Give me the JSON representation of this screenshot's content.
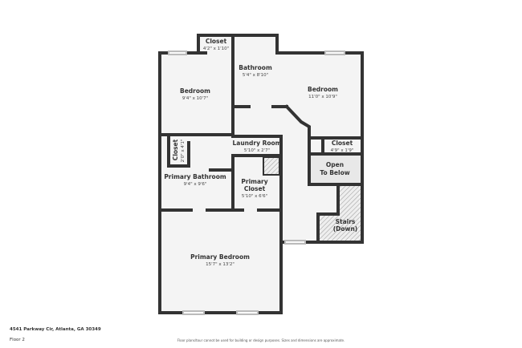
{
  "rooms": {
    "closet_top": {
      "name": "Closet",
      "dims": "4'2\" x 1'10\""
    },
    "bathroom": {
      "name": "Bathroom",
      "dims": "5'4\" x 8'10\""
    },
    "bedroom_left": {
      "name": "Bedroom",
      "dims": "9'4\" x 10'7\""
    },
    "bedroom_right": {
      "name": "Bedroom",
      "dims": "11'0\" x 10'9\""
    },
    "laundry": {
      "name": "Laundry Room",
      "dims": "5'10\" x 2'7\""
    },
    "closet_right": {
      "name": "Closet",
      "dims": "4'9\" x 1'9\""
    },
    "closet_left": {
      "name": "Closet",
      "dims": "2'0\" x 4'1\""
    },
    "open_below": {
      "name_line1": "Open",
      "name_line2": "To Below"
    },
    "primary_bathroom": {
      "name": "Primary Bathroom",
      "dims": "9'4\" x 9'6\""
    },
    "primary_closet": {
      "name_line1": "Primary",
      "name_line2": "Closet",
      "dims": "5'10\" x 6'6\""
    },
    "stairs": {
      "name_line1": "Stairs",
      "name_line2": "(Down)"
    },
    "primary_bedroom": {
      "name": "Primary Bedroom",
      "dims": "15'7\" x 13'2\""
    }
  },
  "footer": {
    "address": "4541 Parkway Cir, Atlanta, GA 30349",
    "floor": "Floor 2",
    "disclaimer": "Floor plans/tour cannot be used for building or design purposes. Sizes and dimensions are approximate."
  },
  "colors": {
    "wall": "#333333",
    "room_fill": "#f4f4f4",
    "hatch": "#999999"
  }
}
